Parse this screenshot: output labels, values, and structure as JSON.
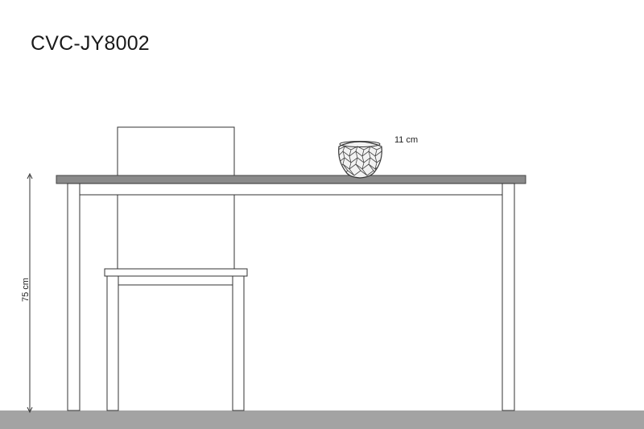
{
  "product": {
    "code": "CVC-JY8002"
  },
  "dimensions": {
    "table_height": "75 cm",
    "vase_height": "11 cm"
  },
  "colors": {
    "floor": "#a3a3a3",
    "tabletop": "#8a8a8a",
    "line": "#333333"
  },
  "icons": {
    "vase": "faceted-vase-icon",
    "dimension": "double-arrow-icon"
  }
}
